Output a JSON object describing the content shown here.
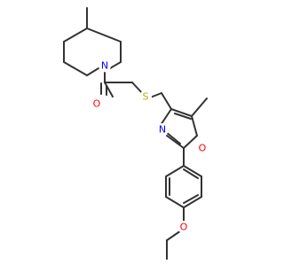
{
  "molecule": {
    "atoms": [
      {
        "id": "N1",
        "label": "N",
        "color": "#0000ff"
      },
      {
        "id": "O1",
        "label": "O",
        "color": "#ff0000"
      },
      {
        "id": "S1",
        "label": "S",
        "color": "#b2b200"
      },
      {
        "id": "N2",
        "label": "N",
        "color": "#0000ff"
      },
      {
        "id": "O2",
        "label": "O",
        "color": "#ff0000"
      },
      {
        "id": "O3",
        "label": "O",
        "color": "#ff0000"
      }
    ],
    "bond_color": "#333333"
  }
}
